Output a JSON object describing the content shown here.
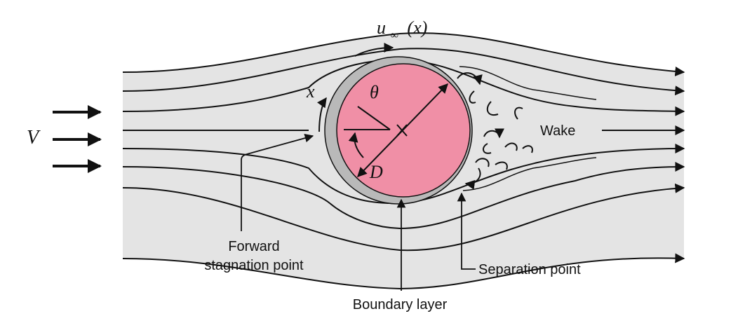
{
  "labels": {
    "velocity": "V",
    "freestream": "u",
    "freestream_subscript": "∞",
    "freestream_arg": "(x)",
    "x_coord": "x",
    "angle": "θ",
    "diameter": "D",
    "wake": "Wake",
    "forward_line1": "Forward",
    "forward_line2": "stagnation point",
    "separation": "Separation point",
    "boundary_layer": "Boundary layer"
  },
  "colors": {
    "flow_region": "#e4e4e4",
    "cylinder": "#f08fa6",
    "boundary_layer": "#b9b9b9",
    "lines": "#111111"
  }
}
